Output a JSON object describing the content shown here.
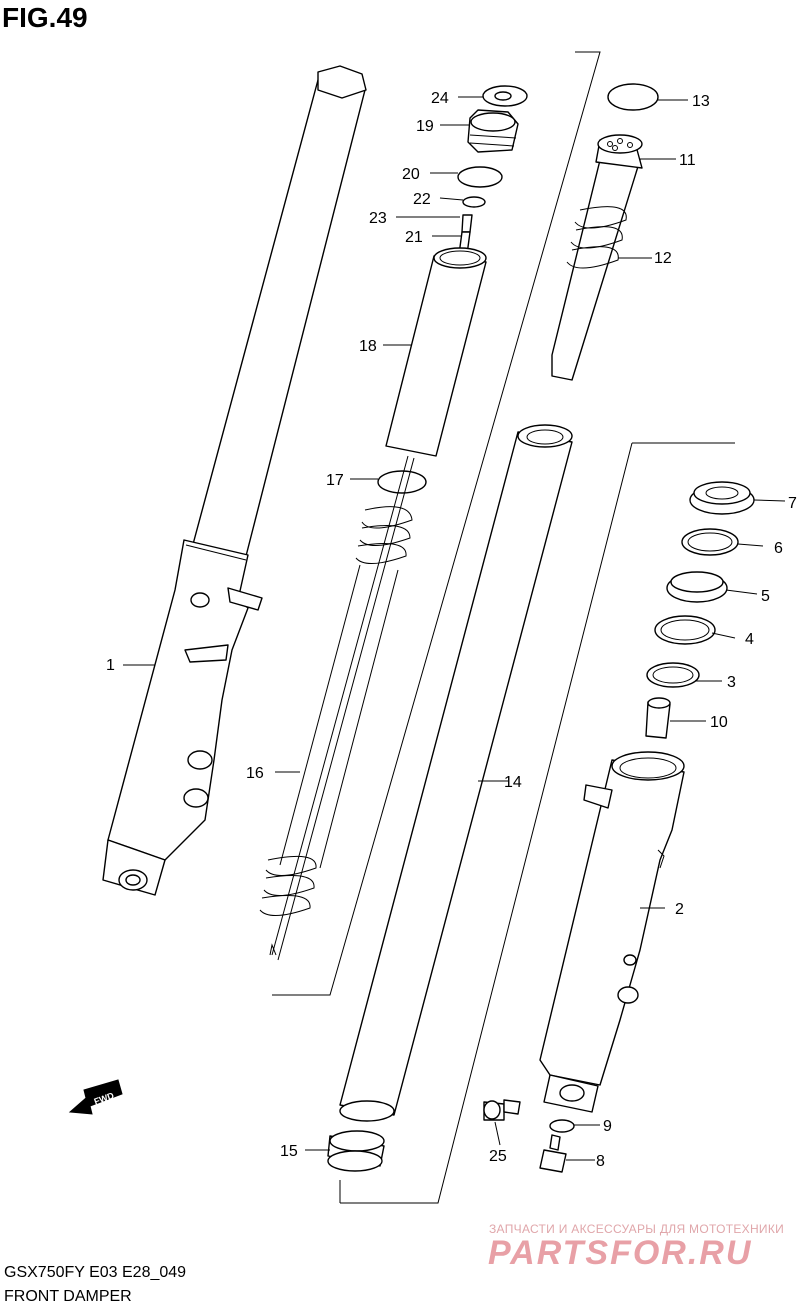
{
  "figure": {
    "title": "FIG.49",
    "model_code": "GSX750FY E03 E28_049",
    "section_name": "FRONT DAMPER",
    "direction_marker": "FWD"
  },
  "callouts": [
    "1",
    "2",
    "3",
    "4",
    "5",
    "6",
    "7",
    "8",
    "9",
    "10",
    "11",
    "12",
    "13",
    "14",
    "15",
    "16",
    "17",
    "18",
    "19",
    "20",
    "21",
    "22",
    "23",
    "24",
    "25"
  ],
  "watermark": {
    "tagline": "ЗАПЧАСТИ И АКСЕССУАРЫ ДЛЯ МОТОТЕХНИКИ",
    "brand": "PARTSFOR.RU",
    "color": "#e8a0a6"
  }
}
